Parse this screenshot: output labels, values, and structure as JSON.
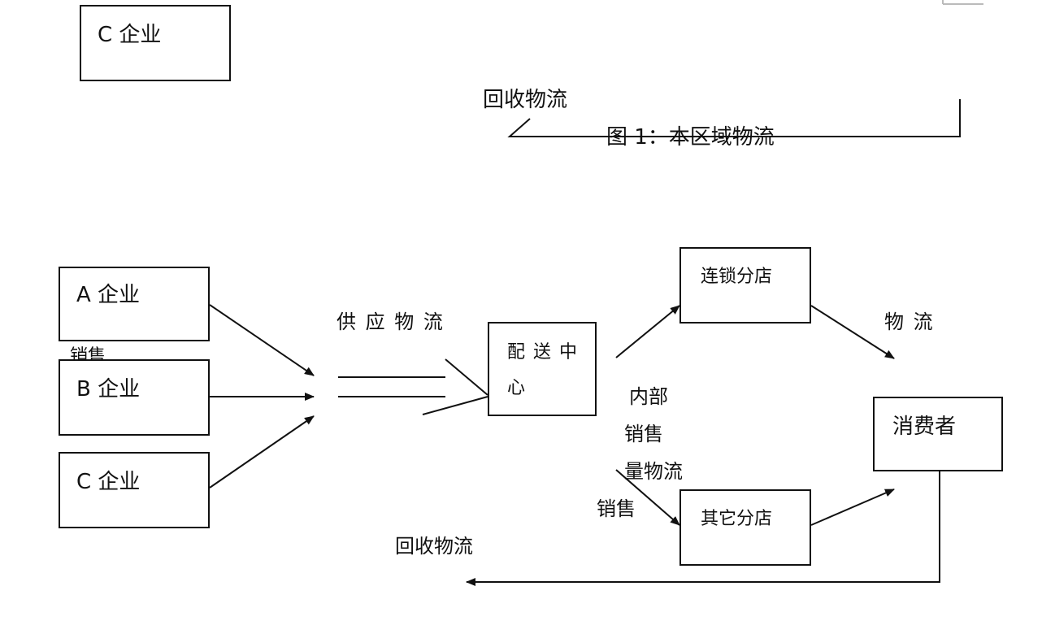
{
  "top_fragment": {
    "c_company": "C 企业",
    "recycle_label": "回收物流",
    "figure_caption": "图 1：本区域物流"
  },
  "diagram": {
    "companies": [
      {
        "id": "a",
        "label": "A 企业"
      },
      {
        "id": "b",
        "label": "B 企业"
      },
      {
        "id": "c",
        "label": "C 企业"
      }
    ],
    "sales_fragment": "销售",
    "supply_label": "供 应 物 流",
    "distribution_center": "配送中心",
    "chain_store": "连锁分店",
    "other_store": "其它分店",
    "consumer": "消费者",
    "logistics_label": "物 流",
    "internal_sales": [
      "内部",
      "销售",
      "量物流"
    ],
    "sales_label": "销售",
    "recycle_label": "回收物流"
  },
  "colors": {
    "line": "#111111",
    "background": "#ffffff"
  }
}
